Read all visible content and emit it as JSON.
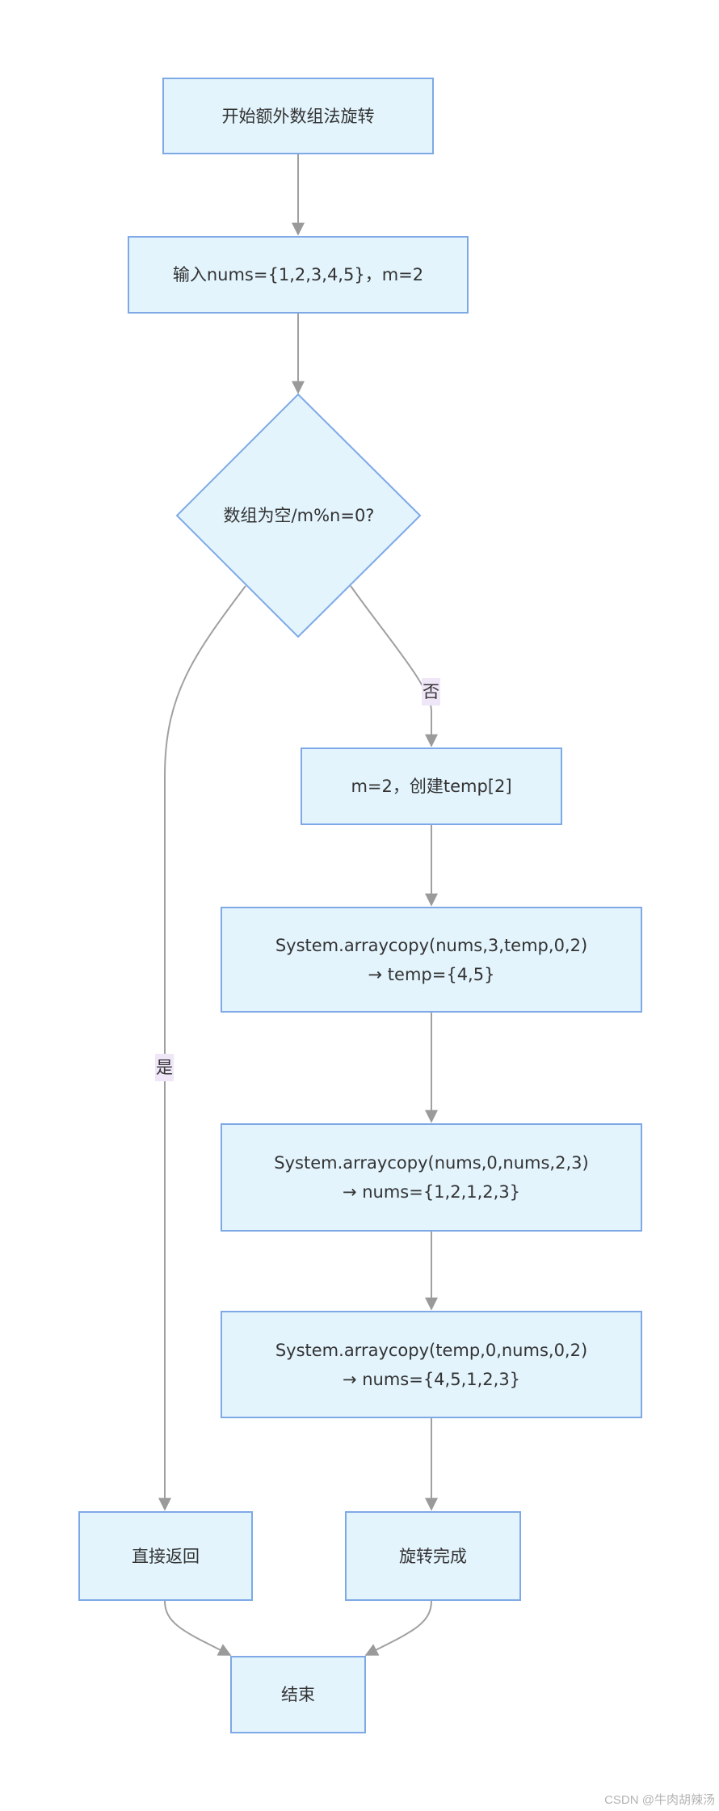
{
  "flowchart": {
    "title_node": "开始额外数组法旋转",
    "input_node": "输入nums={1,2,3,4,5}，m=2",
    "decision_node": "数组为空/m%n=0?",
    "create_node": "m=2，创建temp[2]",
    "copy1_node": {
      "line1": "System.arraycopy(nums,3,temp,0,2)",
      "line2": "→ temp={4,5}"
    },
    "copy2_node": {
      "line1": "System.arraycopy(nums,0,nums,2,3)",
      "line2": "→ nums={1,2,1,2,3}"
    },
    "copy3_node": {
      "line1": "System.arraycopy(temp,0,nums,0,2)",
      "line2": "→ nums={4,5,1,2,3}"
    },
    "return_node": "直接返回",
    "done_node": "旋转完成",
    "end_node": "结束",
    "yes_label": "是",
    "no_label": "否"
  },
  "colors": {
    "node_fill": "#e3f4fd",
    "node_border": "#7ea9e6",
    "edge": "#a0a0a0",
    "label_bg": "#efe6f8"
  },
  "watermark": "CSDN @牛肉胡辣汤"
}
